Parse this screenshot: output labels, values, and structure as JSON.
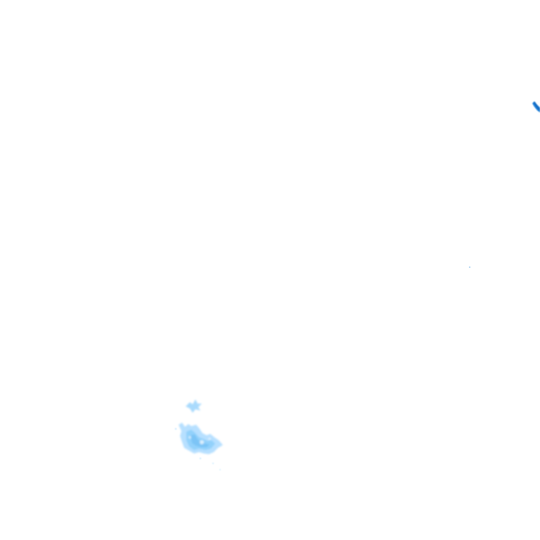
{
  "map": {
    "type": "radar-precipitation-tile",
    "background": "#ffffff",
    "palette": {
      "light": "#bfe3ff",
      "medium": "#8fd0fb",
      "strong": "#5fb8f0",
      "heavy": "#1e7fd8"
    },
    "echoes": [
      {
        "name": "echo-cluster-south-west",
        "intensity": "light-medium"
      },
      {
        "name": "echo-streak-north-east",
        "intensity": "heavy"
      },
      {
        "name": "echo-speck-east",
        "intensity": "trace"
      }
    ]
  }
}
